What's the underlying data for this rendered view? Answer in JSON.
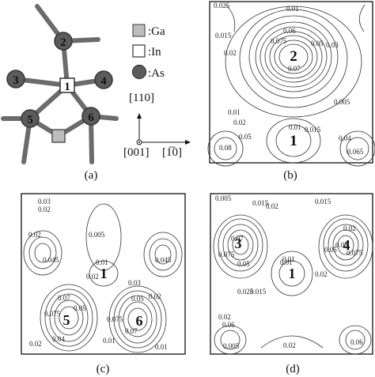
{
  "legend": [
    {
      "symbol": "square-gray",
      "label": ":Ga"
    },
    {
      "symbol": "square-white",
      "label": ":In"
    },
    {
      "symbol": "circle-dark",
      "label": ":As"
    }
  ],
  "axes": {
    "vertical": "[110]",
    "origin": "[001]",
    "horizontal": "[1̅0]"
  },
  "structure_labels": [
    "2",
    "3",
    "1",
    "4",
    "5",
    "6"
  ],
  "panel_b": {
    "caption": "(b)",
    "sites": [
      "2",
      "1"
    ],
    "values": [
      "0.025",
      "0.01",
      "0.06",
      "0.015",
      "0.075",
      "0.05",
      "0.03",
      "0.02",
      "0.07",
      "0.005",
      "0.01",
      "0.02",
      "0.05",
      "0.01",
      "0.015",
      "0.04",
      "0.08",
      "0.065"
    ]
  },
  "panel_c": {
    "caption": "(c)",
    "sites": [
      "1",
      "5",
      "6"
    ],
    "values": [
      "0.03",
      "0.02",
      "0.005",
      "0.02",
      "0.045",
      "0.01",
      "0.045",
      "0.02",
      "0.03",
      "0.07",
      "0.075",
      "0.05",
      "0.02",
      "0.075",
      "0.04",
      "0.05",
      "0.07",
      "0.02",
      "0.01",
      "0.01"
    ]
  },
  "panel_d": {
    "caption": "(d)",
    "sites": [
      "3",
      "1",
      "4"
    ],
    "values": [
      "0.005",
      "0.015",
      "0.02",
      "0.015",
      "0.07",
      "0.075",
      "0.05",
      "0.01",
      "0.02",
      "0.07",
      "0.075",
      "0.05",
      "0.01",
      "0.02",
      "0.025",
      "0.015",
      "0.02",
      "0.06",
      "0.005",
      "0.02",
      "0.06"
    ]
  },
  "panel_a": {
    "caption": "(a)"
  }
}
